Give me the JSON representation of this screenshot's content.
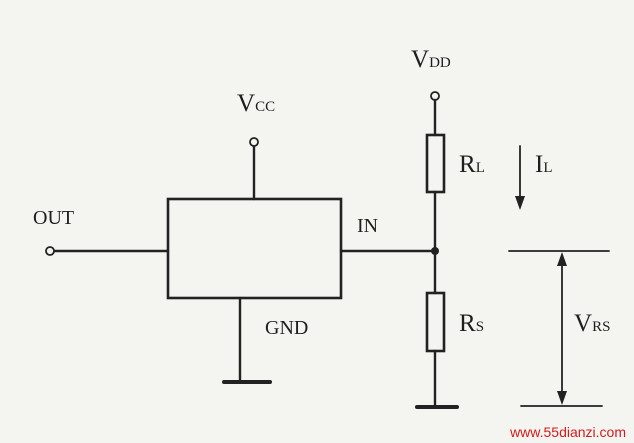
{
  "labels": {
    "vcc_main": "V",
    "vcc_sub": "CC",
    "vdd_main": "V",
    "vdd_sub": "DD",
    "out": "OUT",
    "in": "IN",
    "gnd": "GND",
    "rl_main": "R",
    "rl_sub": "L",
    "rs_main": "R",
    "rs_sub": "S",
    "il_main": "I",
    "il_sub": "L",
    "vrs_main": "V",
    "vrs_sub": "RS"
  },
  "watermark": "www.55dianzi.com",
  "colors": {
    "ink": "#222222",
    "watermark": "#d21c1c",
    "background": "#f4f4f1"
  }
}
